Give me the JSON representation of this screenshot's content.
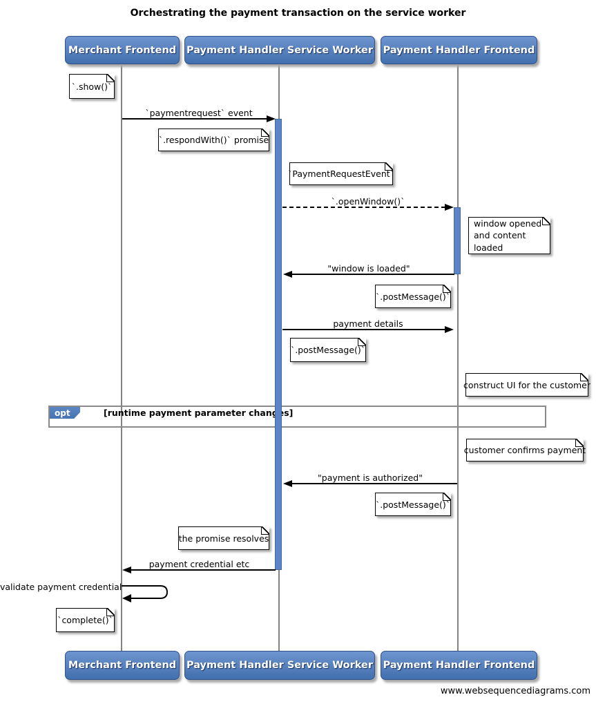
{
  "title": "Orchestrating the payment transaction on the service worker",
  "watermark": "www.websequencediagrams.com",
  "actors": {
    "merchant": "Merchant Frontend",
    "service_worker": "Payment Handler Service Worker",
    "handler_frontend": "Payment Handler Frontend"
  },
  "messages": {
    "payment_request": "`paymentrequest` event",
    "open_window": "`.openWindow()`",
    "window_loaded": "\"window is loaded\"",
    "payment_details": "payment details",
    "payment_authorized": "\"payment is authorized\"",
    "payment_credential": "payment credential etc",
    "validate_credential": "validate payment credential"
  },
  "notes": {
    "show": "`.show()`",
    "respond_with": "`.respondWith()` promise",
    "payment_request_event": "`PaymentRequestEvent`",
    "window_opened": "window opened\nand content loaded",
    "post_message_1": "`.postMessage()`",
    "post_message_2": "`.postMessage()`",
    "construct_ui": "construct UI for the customer",
    "customer_confirms": "customer confirms payment",
    "post_message_3": "`.postMessage()`",
    "promise_resolves": "the promise resolves",
    "complete": "`complete()`"
  },
  "fragment": {
    "operator": "opt",
    "guard": "[runtime payment parameter changes]"
  },
  "colors": {
    "actor_fill": "#4f7ab5",
    "activation_fill": "#5b85c8",
    "lifeline": "#828282",
    "fragment_border": "#8a8a8a"
  }
}
